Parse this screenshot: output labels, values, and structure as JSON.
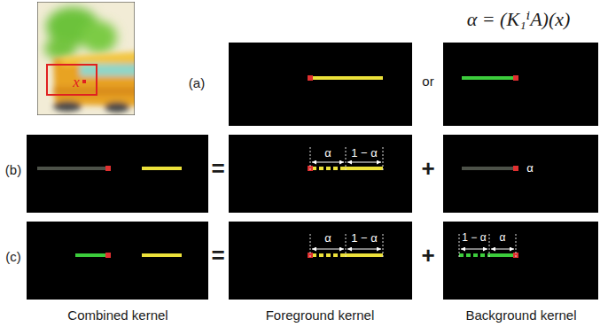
{
  "diagram": {
    "nodes": [
      {
        "text": [
          "x"
        ]
      },
      {
        "text": [
          "α",
          "1 − α"
        ]
      },
      {
        "text": [
          "α"
        ]
      },
      {
        "text": [
          "α",
          "1 − α"
        ]
      },
      {
        "text": [
          "1 − α",
          "α"
        ]
      }
    ],
    "labels": [
      "α = (K₁ⁱA)(x)",
      "(a)",
      "or",
      "(b)",
      "=",
      "+",
      "(c)",
      "=",
      "+",
      "Combined kernel",
      "Foreground kernel",
      "Background kernel"
    ]
  }
}
